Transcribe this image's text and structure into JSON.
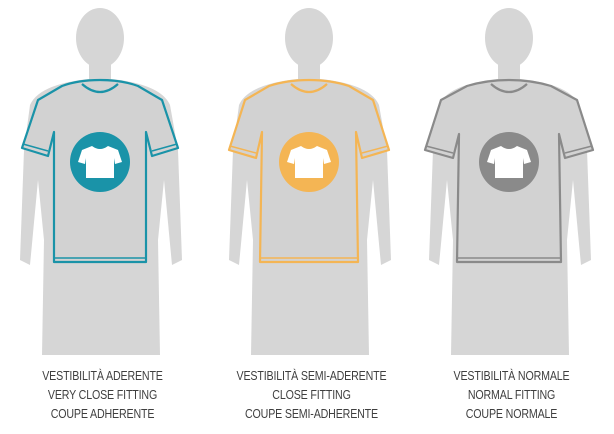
{
  "fits": [
    {
      "id": "very-close",
      "color": "#1a93a8",
      "icon": "tshirt-icon",
      "lines": [
        "VESTIBILITÀ ADERENTE",
        "VERY CLOSE FITTING",
        "COUPE ADHERENTE"
      ]
    },
    {
      "id": "close",
      "color": "#f4b554",
      "icon": "tshirt-icon",
      "lines": [
        "VESTIBILITÀ SEMI-ADERENTE",
        "CLOSE FITTING",
        "COUPE SEMI-ADHERENTE"
      ]
    },
    {
      "id": "normal",
      "color": "#8a8a8a",
      "icon": "tshirt-icon",
      "lines": [
        "VESTIBILITÀ NORMALE",
        "NORMAL FITTING",
        "COUPE NORMALE"
      ]
    }
  ]
}
